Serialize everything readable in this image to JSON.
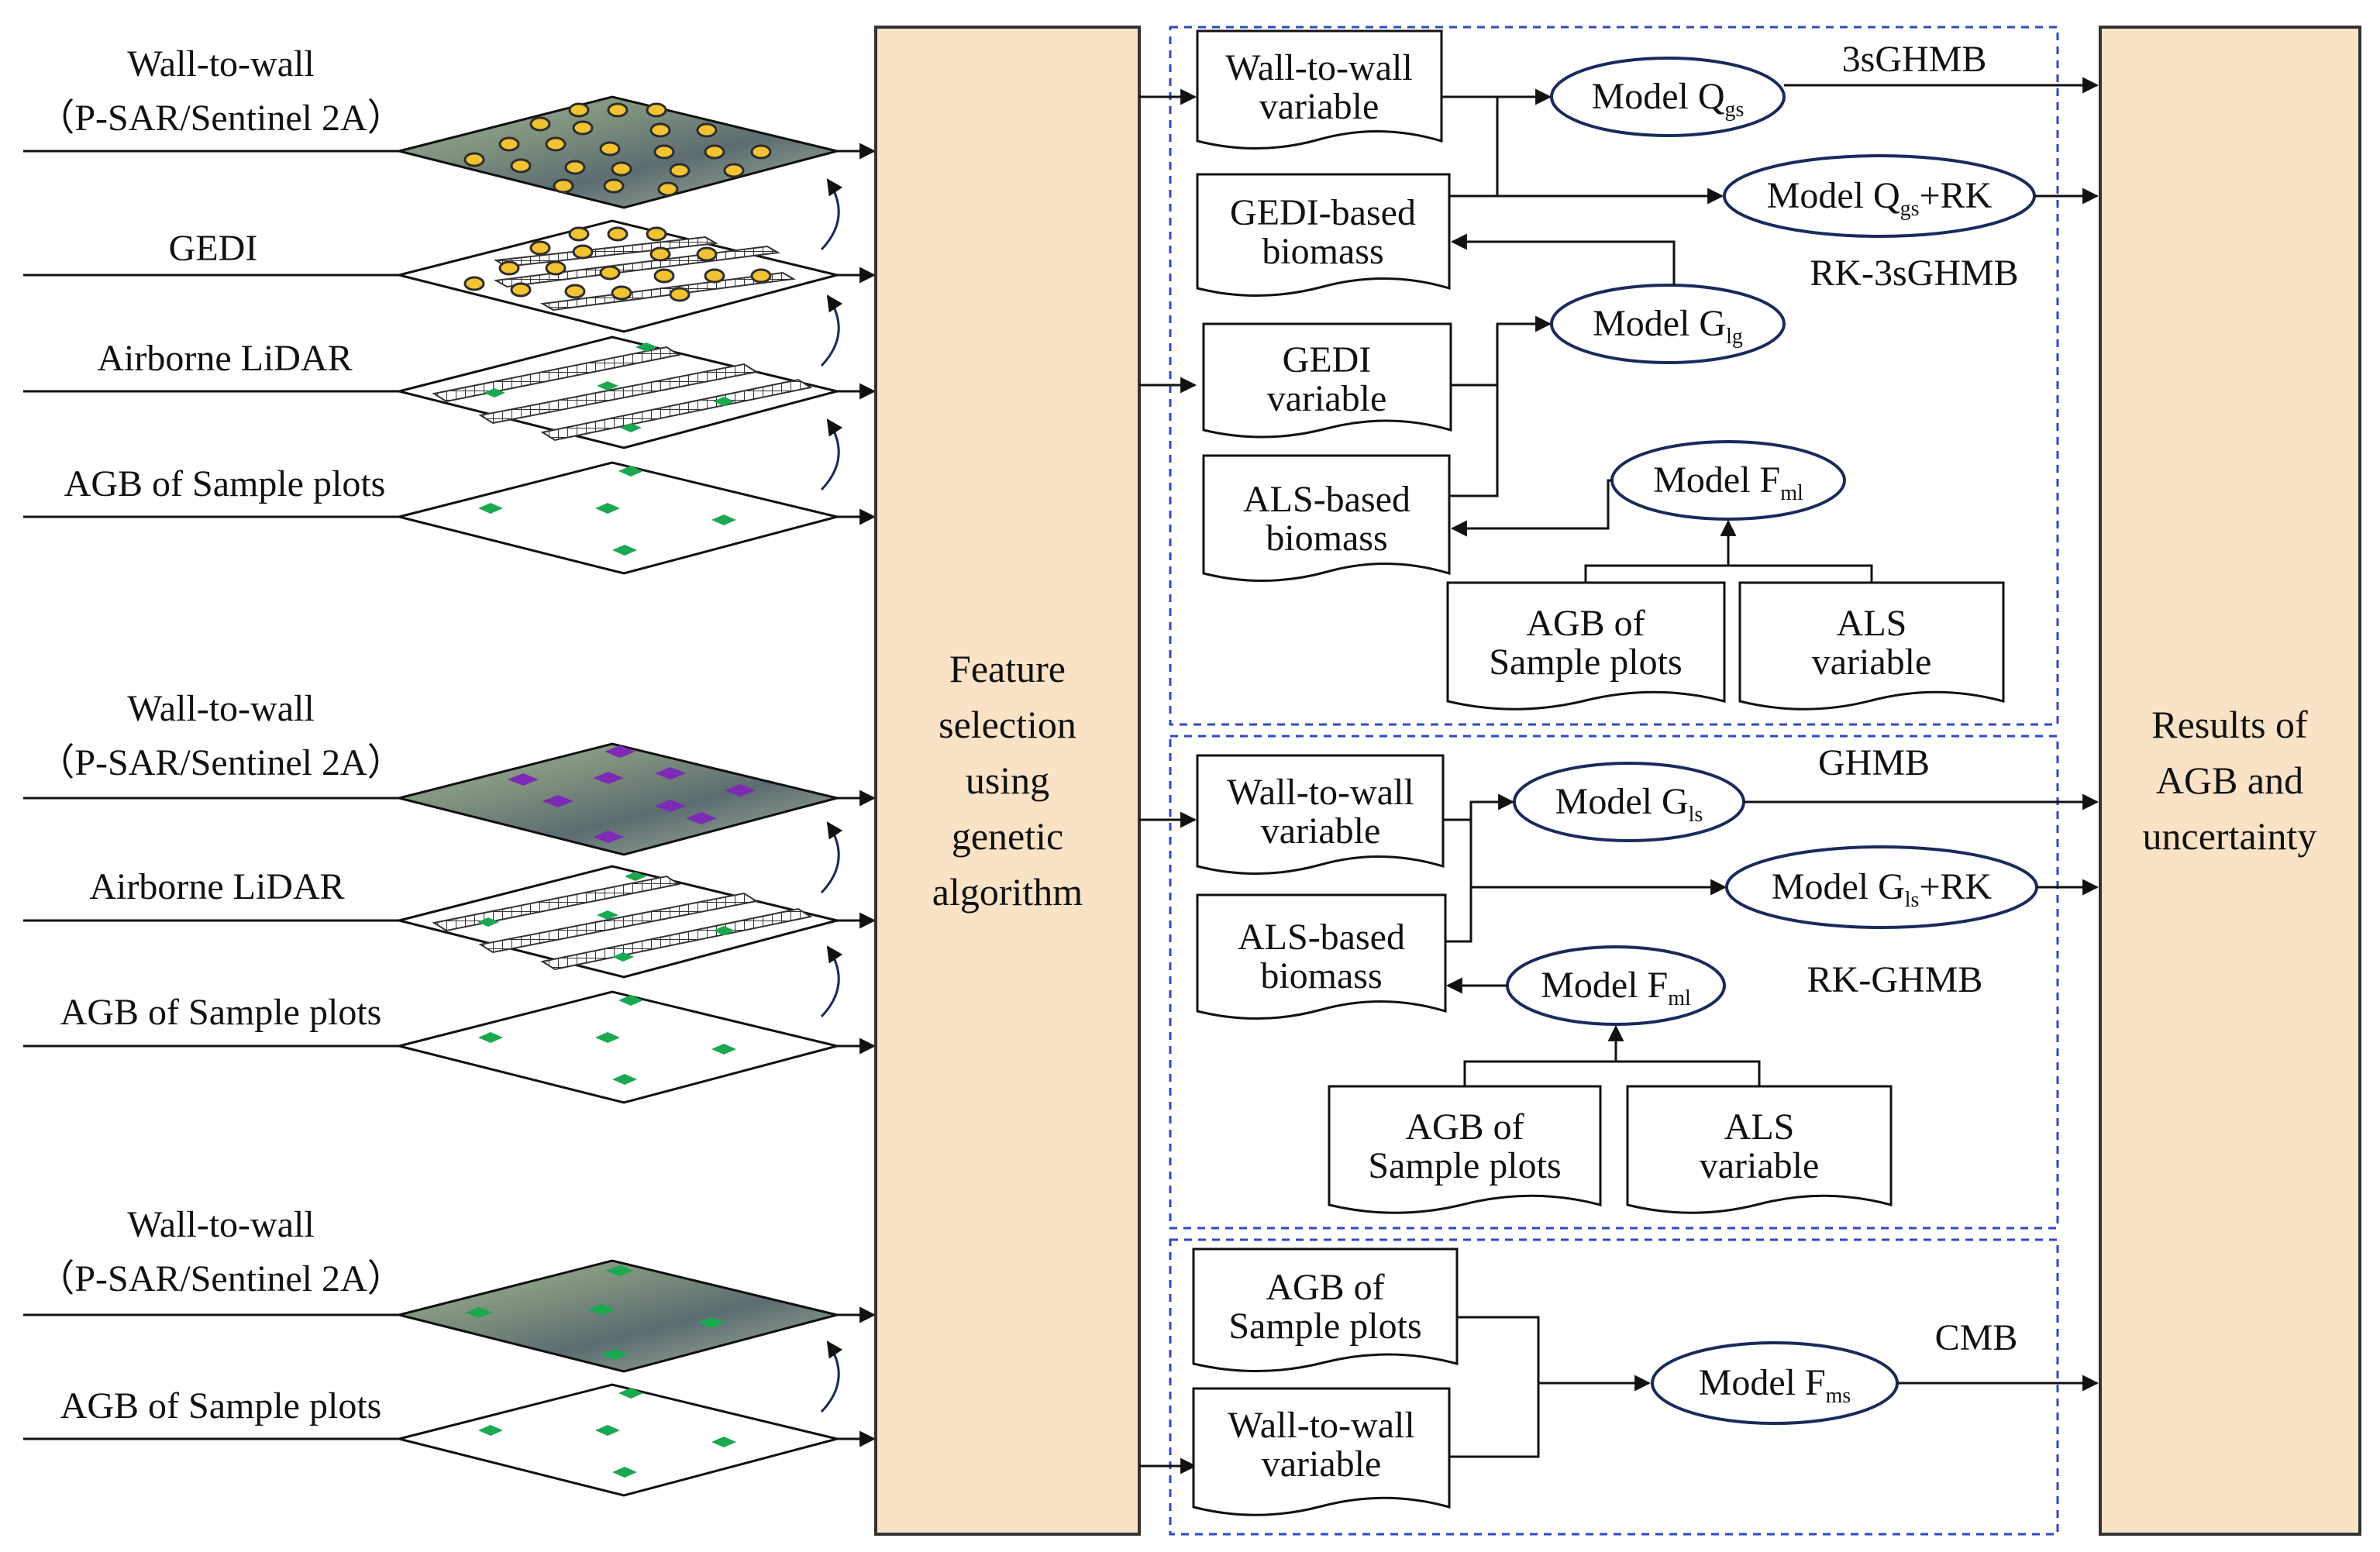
{
  "colors": {
    "panel_fill": "#f9e2c5",
    "panel_stroke": "#333333",
    "dash": "#2d49c4",
    "node_stroke": "#1a2a5c",
    "plot_green": "#1aa850",
    "footprint_yellow": "#f1c232",
    "footprint_ring": "#2d2d2d",
    "sar_purple": "#7d2bb5",
    "imagery_a": "#8ea586",
    "imagery_b": "#5d6f73",
    "imagery_c": "#b3c2a7"
  },
  "left_groups": [
    {
      "layers": [
        {
          "label_lines": [
            "Wall-to-wall",
            "（P-SAR/Sentinel 2A）"
          ],
          "kind": "imagery-footprints"
        },
        {
          "label_lines": [
            "GEDI"
          ],
          "kind": "gedi-footprints"
        },
        {
          "label_lines": [
            "Airborne LiDAR"
          ],
          "kind": "lidar-strips"
        },
        {
          "label_lines": [
            "AGB of Sample plots"
          ],
          "kind": "sample-plots"
        }
      ]
    },
    {
      "layers": [
        {
          "label_lines": [
            "Wall-to-wall",
            "（P-SAR/Sentinel 2A）"
          ],
          "kind": "imagery-purple"
        },
        {
          "label_lines": [
            "Airborne LiDAR"
          ],
          "kind": "lidar-strips"
        },
        {
          "label_lines": [
            "AGB of Sample plots"
          ],
          "kind": "sample-plots"
        }
      ]
    },
    {
      "layers": [
        {
          "label_lines": [
            "Wall-to-wall",
            "（P-SAR/Sentinel 2A）"
          ],
          "kind": "imagery-green"
        },
        {
          "label_lines": [
            "AGB of Sample plots"
          ],
          "kind": "sample-plots"
        }
      ]
    }
  ],
  "feature_panel": {
    "lines": [
      "Feature",
      "selection",
      "using",
      "genetic",
      "algorithm"
    ]
  },
  "results_panel": {
    "lines": [
      "Results of",
      "AGB and",
      "uncertainty"
    ]
  },
  "section1": {
    "docs": {
      "wall": [
        "Wall-to-wall",
        "variable"
      ],
      "gedi_biomass": [
        "GEDI-based",
        "biomass"
      ],
      "gedi_var": [
        "GEDI",
        "variable"
      ],
      "als_biomass": [
        "ALS-based",
        "biomass"
      ],
      "agb_plots": [
        "AGB of",
        "Sample plots"
      ],
      "als_var": [
        "ALS",
        "variable"
      ]
    },
    "models": {
      "qgs": {
        "base": "Model Q",
        "sub": "gs",
        "suffix": ""
      },
      "qgs_rk": {
        "base": "Model Q",
        "sub": "gs",
        "suffix": "+RK"
      },
      "glg": {
        "base": "Model G",
        "sub": "lg",
        "suffix": ""
      },
      "fml": {
        "base": "Model F",
        "sub": "ml",
        "suffix": ""
      }
    },
    "labels": {
      "out1": "3sGHMB",
      "out2": "RK-3sGHMB"
    }
  },
  "section2": {
    "docs": {
      "wall": [
        "Wall-to-wall",
        "variable"
      ],
      "als_biomass": [
        "ALS-based",
        "biomass"
      ],
      "agb_plots": [
        "AGB of",
        "Sample plots"
      ],
      "als_var": [
        "ALS",
        "variable"
      ]
    },
    "models": {
      "gls": {
        "base": "Model G",
        "sub": "ls",
        "suffix": ""
      },
      "gls_rk": {
        "base": "Model G",
        "sub": "ls",
        "suffix": "+RK"
      },
      "fml": {
        "base": "Model F",
        "sub": "ml",
        "suffix": ""
      }
    },
    "labels": {
      "out1": "GHMB",
      "out2": "RK-GHMB"
    }
  },
  "section3": {
    "docs": {
      "agb_plots": [
        "AGB of",
        "Sample plots"
      ],
      "wall": [
        "Wall-to-wall",
        "variable"
      ]
    },
    "models": {
      "fms": {
        "base": "Model F",
        "sub": "ms",
        "suffix": ""
      }
    },
    "labels": {
      "out1": "CMB"
    }
  }
}
